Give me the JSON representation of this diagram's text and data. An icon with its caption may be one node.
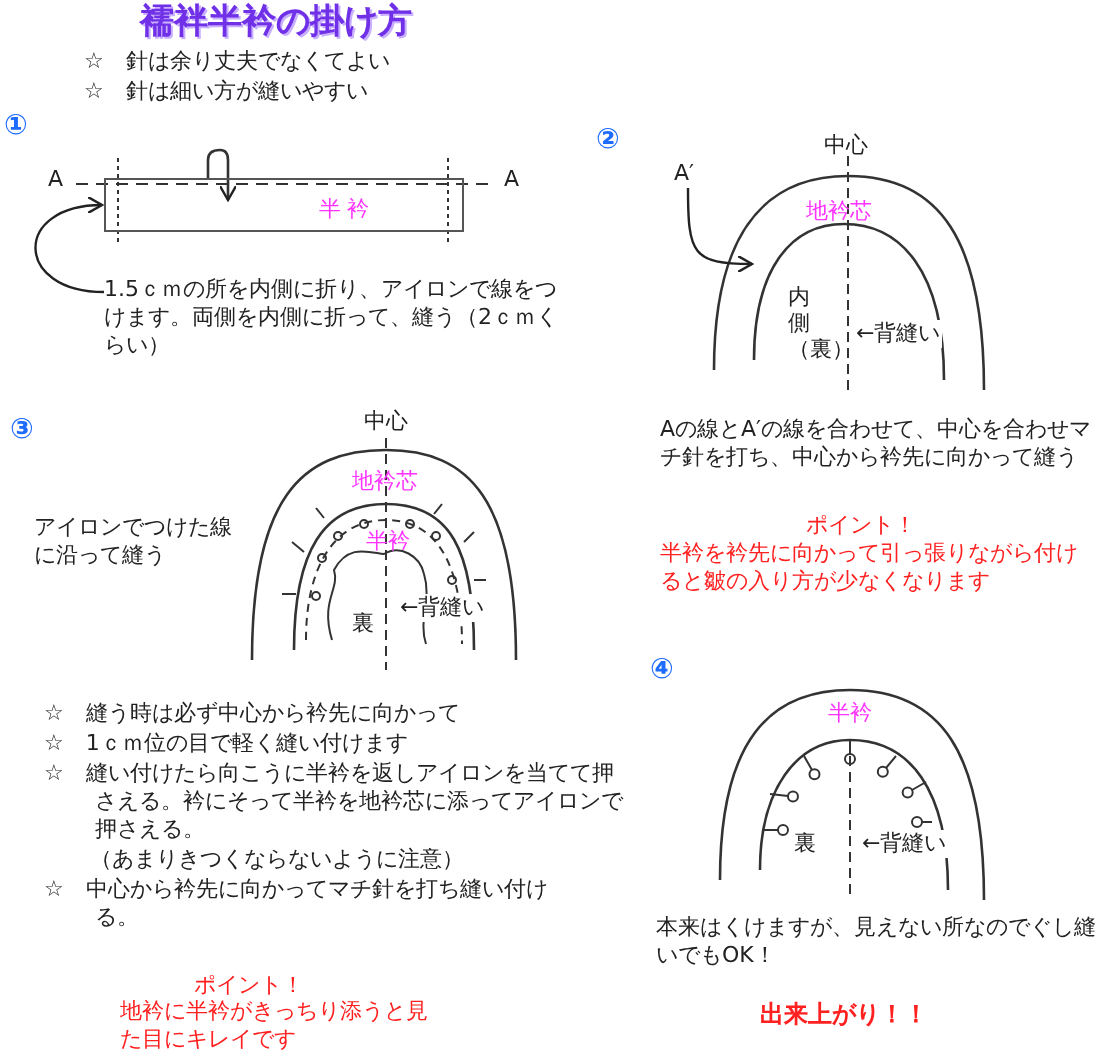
{
  "diagram": {
    "title": "襦袢半衿の掛け方",
    "nodes": [
      {
        "text": [
          "半 衿"
        ]
      },
      {
        "text": [
          "1.5ｃｍの所を内側に折り、アイロンで線をつけます。両側を内側に折って、縫う（2ｃｍくらい）"
        ]
      },
      {
        "text": [
          "A′"
        ]
      },
      {
        "text": [],
        "shape": "line"
      }
    ],
    "edges": [
      {
        "from": 1,
        "to": 0,
        "arrow": "to"
      },
      {
        "from": 2,
        "to": 3,
        "arrow": "to"
      }
    ],
    "labels": [
      "☆　針は余り丈夫でなくてよい",
      "☆　針は細い方が縫いやすい",
      "①",
      "A",
      "A",
      "②",
      "中心",
      "地衿芯",
      "内側（裏）",
      "←背縫い",
      "Aの線とA′の線を合わせて、中心を合わせマチ針を打ち、中心から衿先に向かって縫う",
      "ポイント！",
      "半衿を衿先に向かって引っ張りながら付けると皺の入り方が少なくなります",
      "③",
      "中心",
      "地衿芯",
      "半衿",
      "裏",
      "←背縫い",
      "アイロンでつけた線に沿って縫う",
      "☆　縫う時は必ず中心から衿先に向かって",
      "☆　1ｃｍ位の目で軽く縫い付けます",
      "☆　縫い付けたら向こうに半衿を返しアイロンを当てて押さえる。衿にそって半衿を地衿芯に添ってアイロンで押さえる。",
      "（あまりきつくならないように注意）",
      "☆　中心から衿先に向かってマチ針を打ち縫い付ける。",
      "ポイント！",
      "地衿に半衿がきっちり添うと見た目にキレイです",
      "④",
      "半衿",
      "裏",
      "←背縫い",
      "本来はくけますが、見えない所なのでぐし縫いでもOK！",
      "出来上がり！！"
    ]
  }
}
